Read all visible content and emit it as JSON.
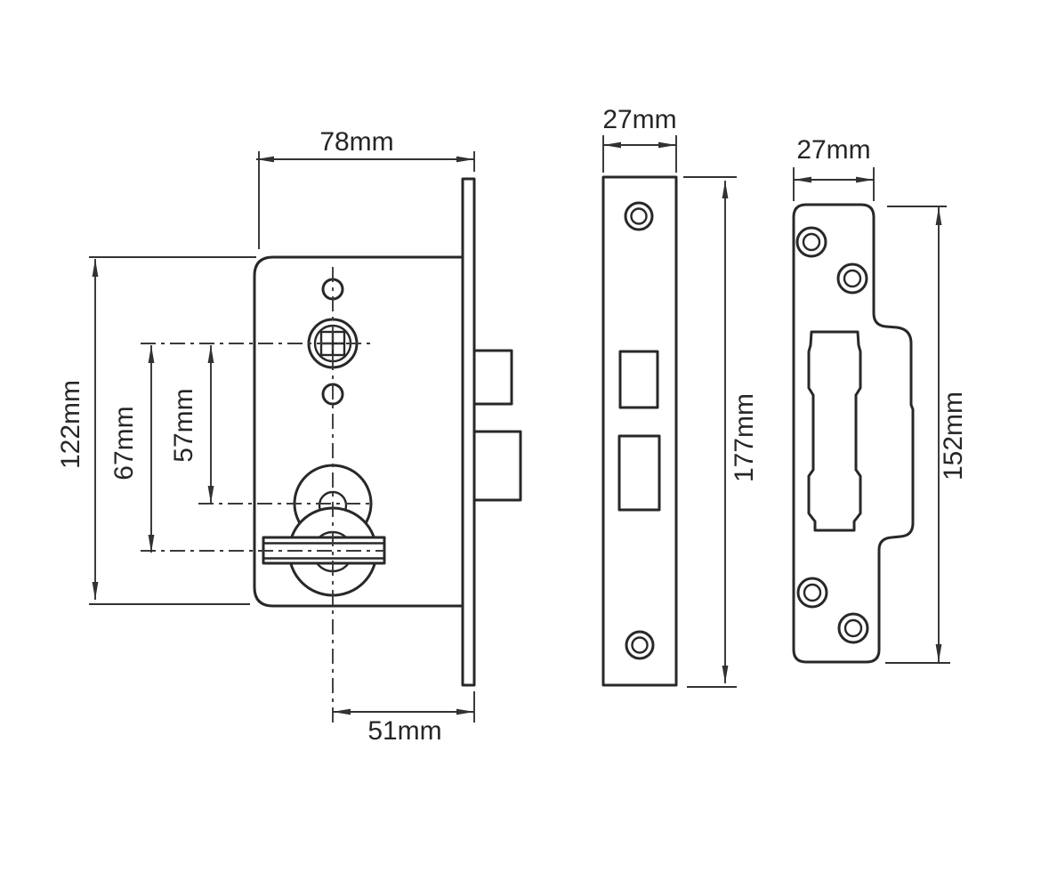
{
  "diagram": {
    "type": "mortice-lock-technical-drawing",
    "background": "#ffffff",
    "line_color": "#282828",
    "views": {
      "lock_body": {
        "label_width": "78mm",
        "label_height": "122mm",
        "label_cylinder_centre": "67mm",
        "label_cylinder_top": "57mm",
        "label_backset": "51mm"
      },
      "faceplate": {
        "label_width": "27mm",
        "label_height": "177mm"
      },
      "strike_plate": {
        "label_width": "27mm",
        "label_height": "152mm"
      }
    }
  }
}
